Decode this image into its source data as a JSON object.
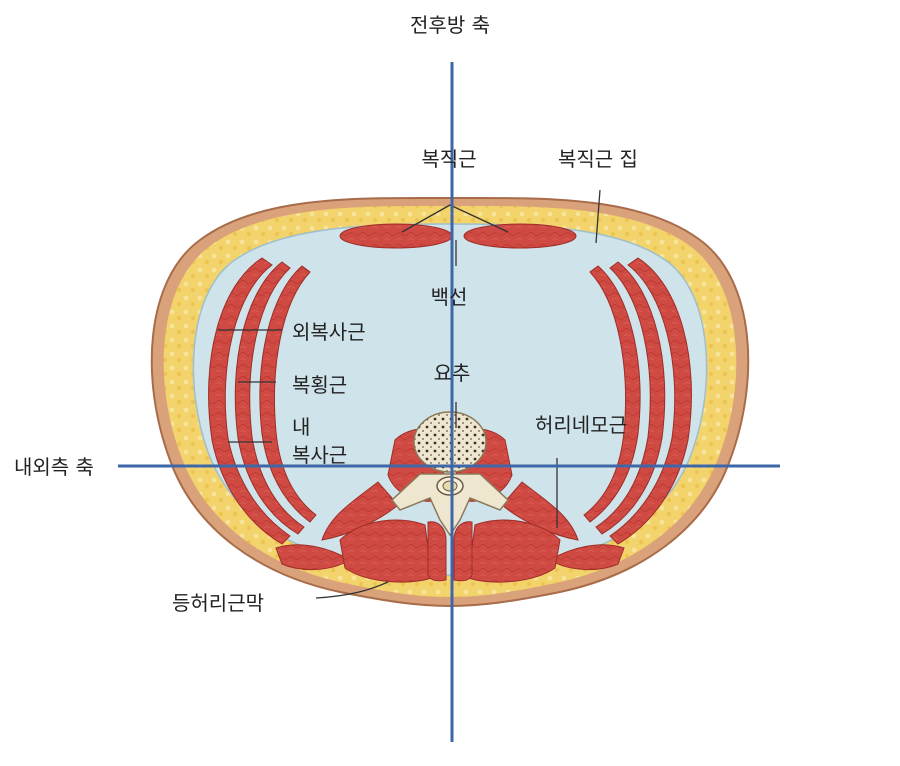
{
  "axes": {
    "vertical_label": "전후방 축",
    "horizontal_label": "내외측 축"
  },
  "labels": {
    "rectus_abdominis": "복직근",
    "rectus_sheath": "복직근 집",
    "linea_alba": "백선",
    "external_oblique": "외복사근",
    "transversus_abdominis": "복횡근",
    "internal_oblique_line1": "내",
    "internal_oblique_line2": "복사근",
    "lumbar_vertebra": "요추",
    "quadratus_lumborum": "허리네모근",
    "thoracolumbar_fascia": "등허리근막"
  },
  "colors": {
    "axis": "#3e67a8",
    "muscle": "#cf4a42",
    "muscle_dark": "#9e2d28",
    "fat": "#f3d36b",
    "skin": "#d9a27a",
    "fascia": "#cfe3ea",
    "bone": "#efe6cf"
  }
}
